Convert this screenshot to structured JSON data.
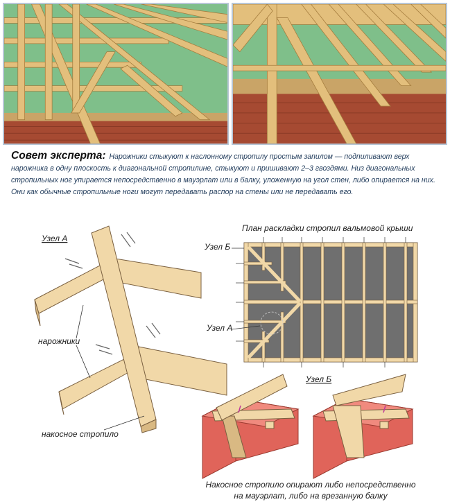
{
  "advice": {
    "lead": "Совет эксперта:",
    "text": "Нарожники стыкуют к наслонному стропилу простым запилом — подпиливают верх нарожника в одну плоскость к диагональной стропилине, стыкуют и пришивают 2–3 гвоздями. Низ диагональных стропильных ног упирается непосредственно в мауэрлат или в балку, уложенную на угол стен, либо опирается на них. Они как обычные стропильные ноги могут передавать распор на стены или не передавать его."
  },
  "labels": {
    "node_a_left": "Узел А",
    "narozhniki": "нарожники",
    "nakosnoe": "накосное стропило",
    "plan_title": "План раскладки стропил вальмовой крыши",
    "node_b_plan": "Узел Б",
    "node_a_plan": "Узел А",
    "node_b_detail": "Узел Б",
    "caption_line1": "Накосное стропило опирают либо непосредственно",
    "caption_line2": "на мауэрлат, либо на врезанную балку"
  },
  "colors": {
    "wood": "#f1d8a8",
    "wood_dark": "#d9b983",
    "brick": "#e0645a",
    "plan_fill": "#6f6f6f",
    "sky": "#7fbf8a",
    "text_blue": "#1f3a5a"
  },
  "icons": [
    "nail-icon",
    "brick-icon"
  ]
}
